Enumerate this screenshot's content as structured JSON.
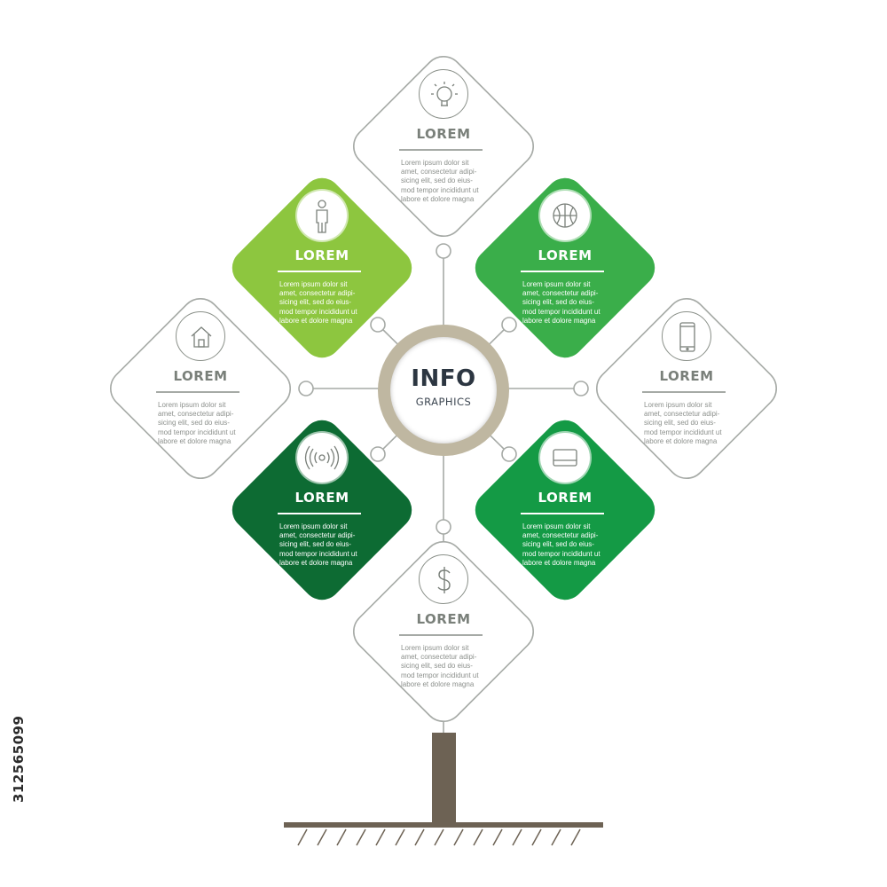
{
  "center": {
    "title": "INFO",
    "subtitle": "GRAPHICS"
  },
  "cards": [
    {
      "id": "top",
      "style": "white",
      "icon": "lightbulb-icon",
      "title": "LOREM",
      "text": "Lorem ipsum dolor sit\namet, consectetur adipi-\nsicing elit, sed do eius-\nmod tempor incididunt ut\nlabore et dolore magna"
    },
    {
      "id": "upper-left",
      "style": "green",
      "color": "#8dc63f",
      "icon": "person-icon",
      "title": "LOREM",
      "text": "Lorem ipsum dolor sit\namet, consectetur adipi-\nsicing elit, sed do eius-\nmod tempor incididunt ut\nlabore et dolore magna"
    },
    {
      "id": "upper-right",
      "style": "green",
      "color": "#3aae4a",
      "icon": "basketball-icon",
      "title": "LOREM",
      "text": "Lorem ipsum dolor sit\namet, consectetur adipi-\nsicing elit, sed do eius-\nmod tempor incididunt ut\nlabore et dolore magna"
    },
    {
      "id": "left",
      "style": "white",
      "icon": "home-icon",
      "title": "LOREM",
      "text": "Lorem ipsum dolor sit\namet, consectetur adipi-\nsicing elit, sed do eius-\nmod tempor incididunt ut\nlabore et dolore magna"
    },
    {
      "id": "right",
      "style": "white",
      "icon": "smartphone-icon",
      "title": "LOREM",
      "text": "Lorem ipsum dolor sit\namet, consectetur adipi-\nsicing elit, sed do eius-\nmod tempor incididunt ut\nlabore et dolore magna"
    },
    {
      "id": "lower-left",
      "style": "green",
      "color": "#0d6b33",
      "icon": "signal-icon",
      "title": "LOREM",
      "text": "Lorem ipsum dolor sit\namet, consectetur adipi-\nsicing elit, sed do eius-\nmod tempor incididunt ut\nlabore et dolore magna"
    },
    {
      "id": "lower-right",
      "style": "green",
      "color": "#149a45",
      "icon": "card-icon",
      "title": "LOREM",
      "text": "Lorem ipsum dolor sit\namet, consectetur adipi-\nsicing elit, sed do eius-\nmod tempor incididunt ut\nlabore et dolore magna"
    },
    {
      "id": "bottom",
      "style": "white",
      "icon": "dollar-icon",
      "title": "LOREM",
      "text": "Lorem ipsum dolor sit\namet, consectetur adipi-\nsicing elit, sed do eius-\nmod tempor incididunt ut\nlabore et dolore magna"
    }
  ],
  "colors": {
    "outline": "#a6aaa6",
    "trunk": "#6d6254",
    "ring": "#bfb7a1"
  },
  "stock_id": "312565099"
}
